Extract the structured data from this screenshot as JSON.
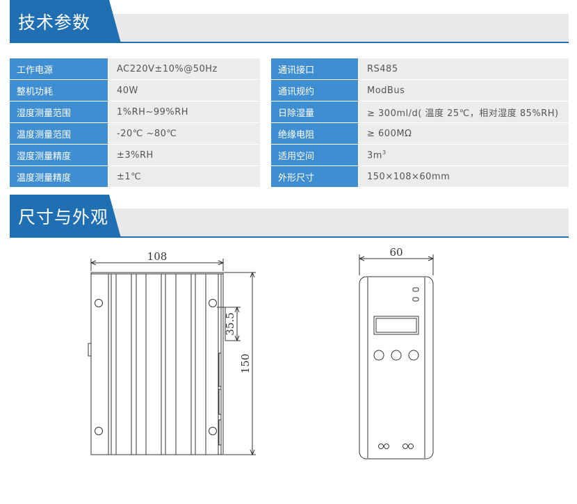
{
  "sections": {
    "tech_params": "技术参数",
    "dimensions": "尺寸与外观"
  },
  "spec_left": [
    {
      "key": "工作电源",
      "value": "AC220V±10%@50Hz"
    },
    {
      "key": "整机功耗",
      "value": "40W"
    },
    {
      "key": "湿度测量范围",
      "value": "1%RH~99%RH"
    },
    {
      "key": "温度测量范围",
      "value": "-20℃ ~80℃"
    },
    {
      "key": "湿度测量精度",
      "value": "±3%RH"
    },
    {
      "key": "温度测量精度",
      "value": "±1℃"
    }
  ],
  "spec_right": [
    {
      "key": "通讯接口",
      "value": "RS485"
    },
    {
      "key": "通讯规约",
      "value": "ModBus"
    },
    {
      "key": "日除湿量",
      "value": "≥ 300ml/d( 温度 25℃，相对湿度 85%RH)"
    },
    {
      "key": "绝缘电阻",
      "value": "≥ 600MΩ"
    },
    {
      "key": "适用空间",
      "value": "3m",
      "sup": "3"
    },
    {
      "key": "外形尺寸",
      "value": "150×108×60mm"
    }
  ],
  "drawing": {
    "width_label": "108",
    "height_label": "150",
    "inner_label": "35.5",
    "depth_label": "60"
  }
}
